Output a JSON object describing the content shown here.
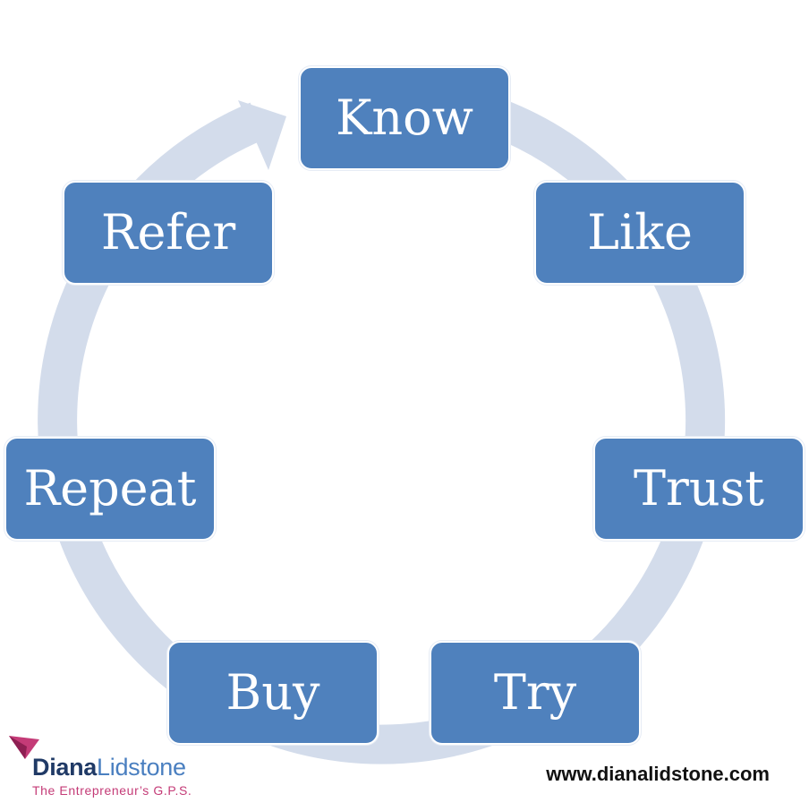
{
  "cycle": {
    "steps": [
      "Know",
      "Like",
      "Trust",
      "Try",
      "Buy",
      "Repeat",
      "Refer"
    ],
    "colors": {
      "box": "#4f81bd",
      "ring": "#d3dceb",
      "text": "#ffffff"
    }
  },
  "logo": {
    "first_name": "Diana",
    "last_name": "Lidstone",
    "tagline": "The Entrepreneur’s G.P.S.",
    "colors": {
      "first": "#203a66",
      "last": "#4a7fc0",
      "tagline": "#c43b77"
    }
  },
  "website": "www.dianalidstone.com"
}
